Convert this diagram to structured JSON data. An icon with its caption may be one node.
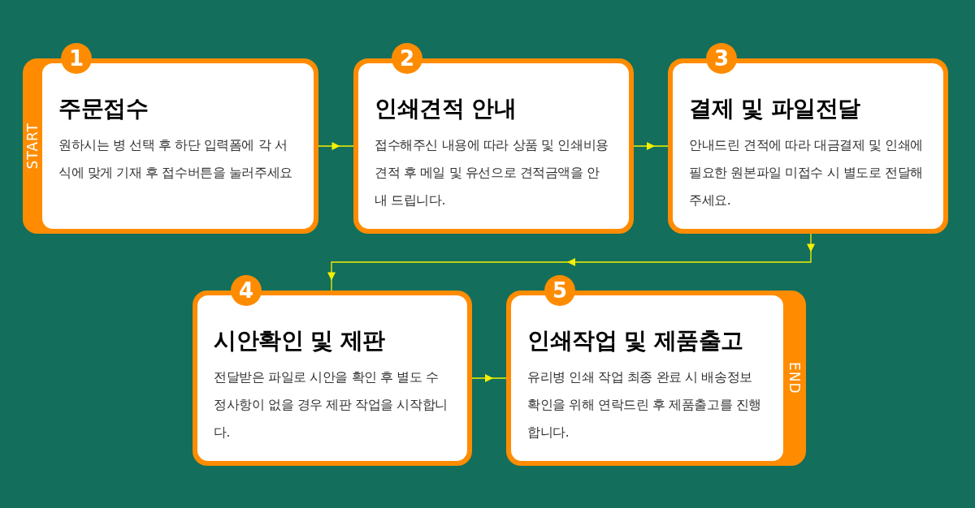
{
  "diagram": {
    "nodes": [
      {
        "text": [
          "주문접수",
          "원하시는 병 선택 후 하단 입력폼에 각 서식에 맞게 기재 후 접수버튼을 눌러주세요",
          "START"
        ],
        "beside": [
          "1"
        ]
      },
      {
        "text": [
          "인쇄견적 안내",
          "접수해주신 내용에 따라 상품 및 인쇄비용 견적 후 메일 및 유선으로 견적금액을 안내 드립니다."
        ],
        "beside": [
          "2"
        ]
      },
      {
        "text": [
          "결제 및 파일전달",
          "안내드린 견적에 따라 대금결제 및 인쇄에 필요한 원본파일 미접수 시 별도로 전달해 주세요."
        ],
        "beside": [
          "3"
        ]
      },
      {
        "text": [
          "시안확인 및 제판",
          "전달받은 파일로 시안을 확인 후 별도 수정사항이 없을 경우 제판 작업을 시작합니다."
        ],
        "beside": [
          "4"
        ]
      },
      {
        "text": [
          "인쇄작업 및 제품출고",
          "유리병 인쇄 작업 최종 완료 시 배송정보 확인을 위해 연락드린 후 제품출고를 진행합니다.",
          "END"
        ],
        "beside": [
          "5"
        ]
      }
    ],
    "edges": [
      {
        "from": 0,
        "to": 1,
        "arrow": "to"
      },
      {
        "from": 1,
        "to": 2,
        "arrow": "to"
      },
      {
        "from": 2,
        "to": 3,
        "arrow": "to"
      },
      {
        "from": 3,
        "to": 4,
        "arrow": "to"
      }
    ]
  }
}
